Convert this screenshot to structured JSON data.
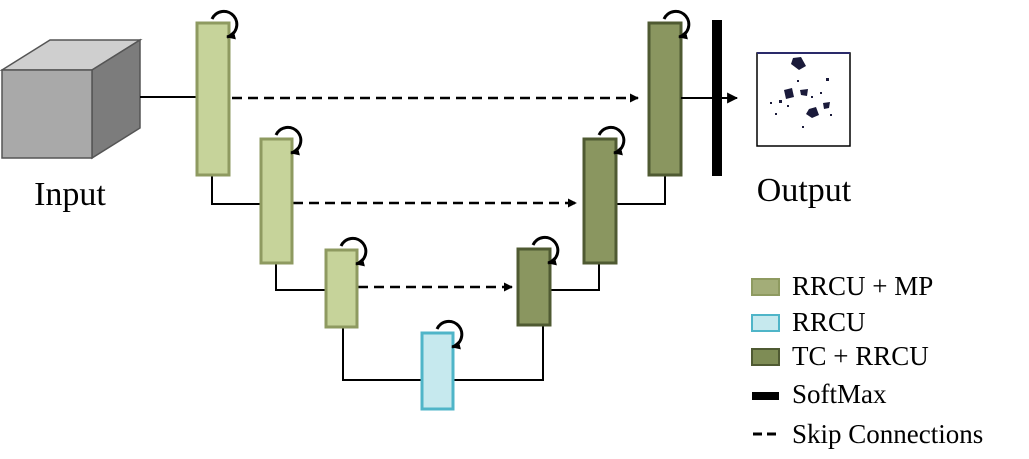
{
  "labels": {
    "input": "Input",
    "output": "Output"
  },
  "legend": [
    {
      "key": "rrcu_mp",
      "label": "RRCU + MP",
      "swatch": "box",
      "fill": "#a3ad78",
      "stroke": "#8e9a60"
    },
    {
      "key": "rrcu",
      "label": "RRCU",
      "swatch": "box",
      "fill": "#c6e9ee",
      "stroke": "#4fb5c8"
    },
    {
      "key": "tc_rrcu",
      "label": "TC + RRCU",
      "swatch": "box",
      "fill": "#7e8c55",
      "stroke": "#4f5a32"
    },
    {
      "key": "softmax",
      "label": "SoftMax",
      "swatch": "bar"
    },
    {
      "key": "skip",
      "label": "Skip Connections",
      "swatch": "dash"
    }
  ],
  "colors": {
    "encoder_fill": "#c6d39a",
    "encoder_stroke": "#8e9a60",
    "bottleneck_fill": "#c6e9ee",
    "bottleneck_stroke": "#4fb5c8",
    "decoder_fill": "#8a9660",
    "decoder_stroke": "#4f5a32",
    "cube_front": "#a9a9a9",
    "cube_top": "#cfcfcf",
    "cube_side": "#7c7c7c",
    "line": "#000000"
  }
}
